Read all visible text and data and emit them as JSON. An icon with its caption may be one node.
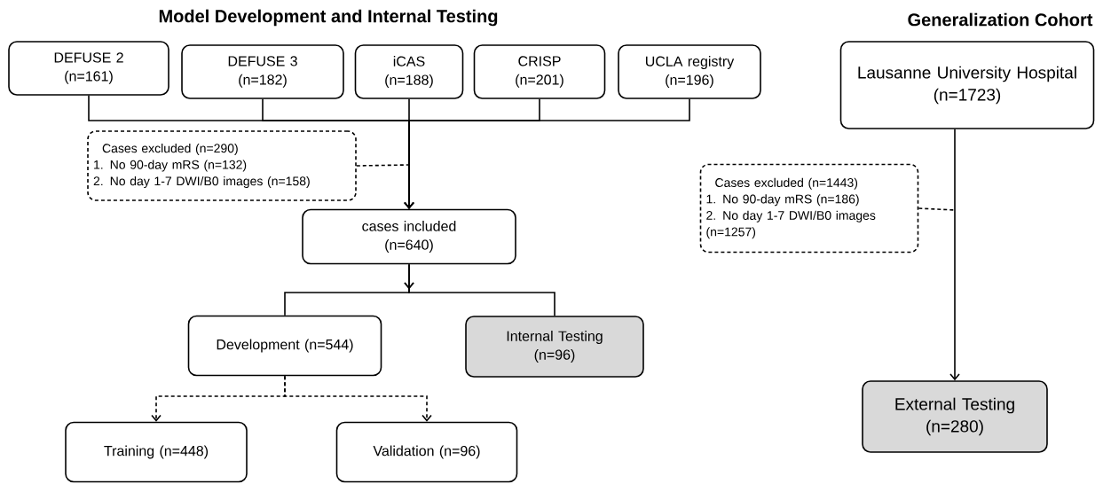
{
  "diagram": {
    "nodes": [
      {
        "text": [
          "DEFUSE 2",
          "(n=161)"
        ]
      },
      {
        "text": [
          "DEFUSE 3",
          "(n=182)"
        ]
      },
      {
        "text": [
          "iCAS",
          "(n=188)"
        ]
      },
      {
        "text": [
          "CRISP",
          "(n=201)"
        ]
      },
      {
        "text": [
          "UCLA registry",
          "(n=196)"
        ]
      },
      {
        "text": [
          "Cases excluded (n=290)",
          "1. No 90-day mRS (n=132)",
          "2. No day 1-7 DWI/B0 images (n=158)"
        ]
      },
      {
        "text": [
          "cases included",
          "(n=640)"
        ]
      },
      {
        "text": [
          "Development (n=544)"
        ]
      },
      {
        "text": [
          "Internal Testing",
          "(n=96)"
        ]
      },
      {
        "text": [
          "Training (n=448)"
        ]
      },
      {
        "text": [
          "Validation (n=96)"
        ]
      },
      {
        "text": [
          "Lausanne University Hospital",
          "(n=1723)"
        ]
      },
      {
        "text": [
          "Cases excluded (n=1443)",
          "1. No 90-day mRS (n=186)",
          "2. No day 1-7 DWI/B0 images (n=1257)"
        ]
      },
      {
        "text": [
          "External Testing",
          "(n=280)"
        ]
      }
    ],
    "edges": [
      {
        "from": 0,
        "to": 6,
        "arrow": "to"
      },
      {
        "from": 1,
        "to": 6,
        "arrow": "to"
      },
      {
        "from": 2,
        "to": 6,
        "arrow": "to"
      },
      {
        "from": 3,
        "to": 6,
        "arrow": "to"
      },
      {
        "from": 4,
        "to": 6,
        "arrow": "to"
      },
      {
        "from": 5,
        "to": null,
        "arrow": "none",
        "style": "dashed"
      },
      {
        "from": 6,
        "to": 7,
        "arrow": "to"
      },
      {
        "from": 6,
        "to": 8,
        "arrow": "to"
      },
      {
        "from": 7,
        "to": 9,
        "arrow": "to",
        "style": "dashed"
      },
      {
        "from": 7,
        "to": 10,
        "arrow": "to",
        "style": "dashed"
      },
      {
        "from": 11,
        "to": 13,
        "arrow": "to"
      },
      {
        "from": 12,
        "to": null,
        "arrow": "none",
        "style": "dashed"
      }
    ],
    "labels": [
      "Model Development and Internal Testing",
      "Generalization Cohort"
    ]
  }
}
